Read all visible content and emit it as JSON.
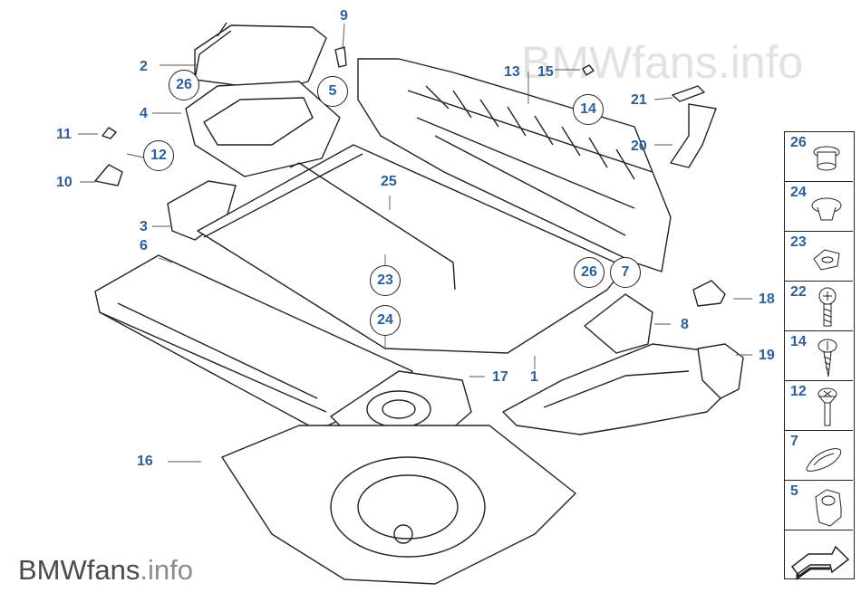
{
  "watermark": {
    "name": "BMWfans",
    "ext": ".info"
  },
  "callouts": {
    "c1": "1",
    "c2": "2",
    "c3": "3",
    "c4": "4",
    "c6": "6",
    "c8": "8",
    "c9": "9",
    "c10": "10",
    "c11": "11",
    "c13": "13",
    "c15": "15",
    "c16": "16",
    "c17": "17",
    "c18": "18",
    "c19": "19",
    "c20": "20",
    "c21": "21",
    "c25": "25"
  },
  "circled": {
    "r26a": "26",
    "r5": "5",
    "r12": "12",
    "r14": "14",
    "r23": "23",
    "r24": "24",
    "r26b": "26",
    "r7": "7"
  },
  "legend": [
    "26",
    "24",
    "23",
    "22",
    "14",
    "12",
    "7",
    "5"
  ]
}
